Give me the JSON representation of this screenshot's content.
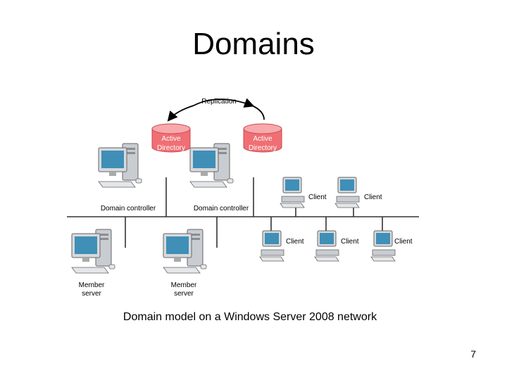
{
  "slide": {
    "title": "Domains",
    "caption": "Domain model on a Windows Server 2008 network",
    "page_number": "7"
  },
  "diagram": {
    "replication_label": "Replication",
    "active_directory_line1": "Active",
    "active_directory_line2": "Directory",
    "domain_controller_label": "Domain controller",
    "member_server_line1": "Member",
    "member_server_line2": "server",
    "client_label": "Client"
  },
  "colors": {
    "database": "#ef6f74",
    "database_top": "#f7a9ac",
    "network_line": "#333333",
    "monitor_screen": "#3f8fb7",
    "computer_gray": "#c9ccd1"
  },
  "icons": [
    "server-icon",
    "client-icon",
    "database-icon",
    "replication-arrow-icon"
  ]
}
